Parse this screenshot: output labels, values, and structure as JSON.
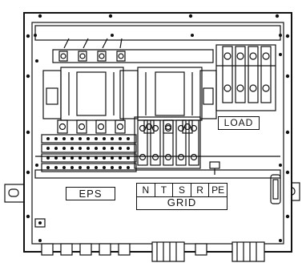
{
  "labels": {
    "eps": "EPS",
    "load": "LOAD",
    "grid": "GRID",
    "grid_phases": [
      "N",
      "T",
      "S",
      "R",
      "PE"
    ]
  },
  "colors": {
    "line": "#111111",
    "background": "#ffffff"
  }
}
